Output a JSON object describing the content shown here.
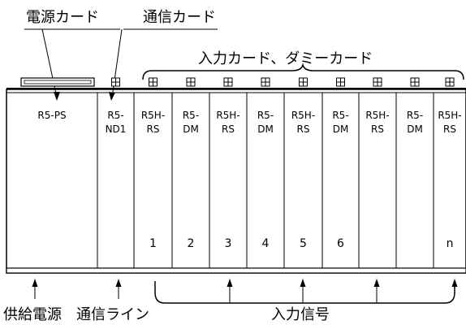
{
  "labels": {
    "power_card": "電源カード",
    "comm_card": "通信カード",
    "input_dummy_cards": "入力カード、ダミーカード",
    "power_supply": "供給電源",
    "comm_line": "通信ライン",
    "input_signal": "入力信号"
  },
  "cards": [
    {
      "line1": "R5-PS",
      "line2": "",
      "number": ""
    },
    {
      "line1": "R5-",
      "line2": "ND1",
      "number": ""
    },
    {
      "line1": "R5H-",
      "line2": "RS",
      "number": "1"
    },
    {
      "line1": "R5-",
      "line2": "DM",
      "number": "2"
    },
    {
      "line1": "R5H-",
      "line2": "RS",
      "number": "3"
    },
    {
      "line1": "R5-",
      "line2": "DM",
      "number": "4"
    },
    {
      "line1": "R5H-",
      "line2": "RS",
      "number": "5"
    },
    {
      "line1": "R5-",
      "line2": "DM",
      "number": "6"
    },
    {
      "line1": "R5H-",
      "line2": "RS",
      "number": ""
    },
    {
      "line1": "R5-",
      "line2": "DM",
      "number": ""
    },
    {
      "line1": "R5H-",
      "line2": "RS",
      "number": "n"
    }
  ]
}
